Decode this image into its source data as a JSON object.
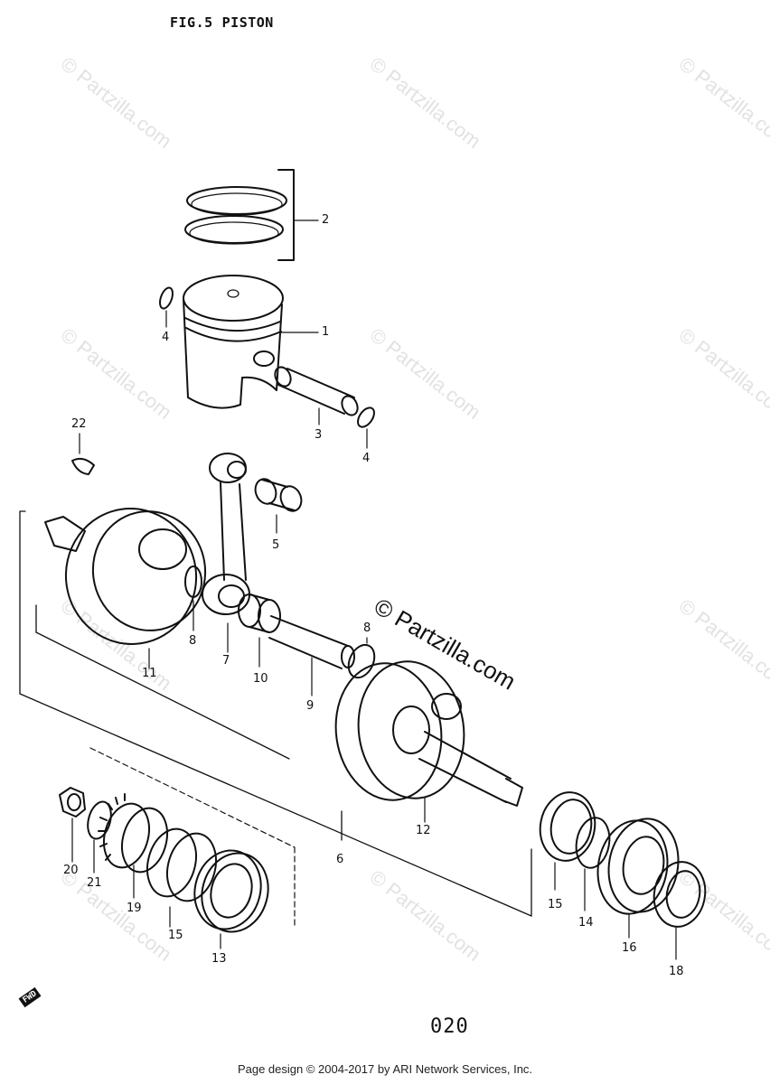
{
  "figure": {
    "label": "FIG.5",
    "name": "PISTON"
  },
  "page_number": "020",
  "footer": "Page design © 2004-2017 by ARI Network Services, Inc.",
  "watermark": "© Partzilla.com",
  "fwd_label": "FWD",
  "callouts": [
    {
      "id": "c1",
      "text": "1"
    },
    {
      "id": "c2",
      "text": "2"
    },
    {
      "id": "c3",
      "text": "3"
    },
    {
      "id": "c4a",
      "text": "4"
    },
    {
      "id": "c4b",
      "text": "4"
    },
    {
      "id": "c5",
      "text": "5"
    },
    {
      "id": "c6",
      "text": "6"
    },
    {
      "id": "c7",
      "text": "7"
    },
    {
      "id": "c8a",
      "text": "8"
    },
    {
      "id": "c8b",
      "text": "8"
    },
    {
      "id": "c9",
      "text": "9"
    },
    {
      "id": "c10",
      "text": "10"
    },
    {
      "id": "c11",
      "text": "11"
    },
    {
      "id": "c12",
      "text": "12"
    },
    {
      "id": "c13",
      "text": "13"
    },
    {
      "id": "c14",
      "text": "14"
    },
    {
      "id": "c15",
      "text": "15"
    },
    {
      "id": "c16",
      "text": "16"
    },
    {
      "id": "c17",
      "text": "1"
    },
    {
      "id": "c18",
      "text": "18"
    },
    {
      "id": "c19",
      "text": "19"
    },
    {
      "id": "c20",
      "text": "20"
    },
    {
      "id": "c21",
      "text": "21"
    },
    {
      "id": "c22",
      "text": "22"
    }
  ]
}
